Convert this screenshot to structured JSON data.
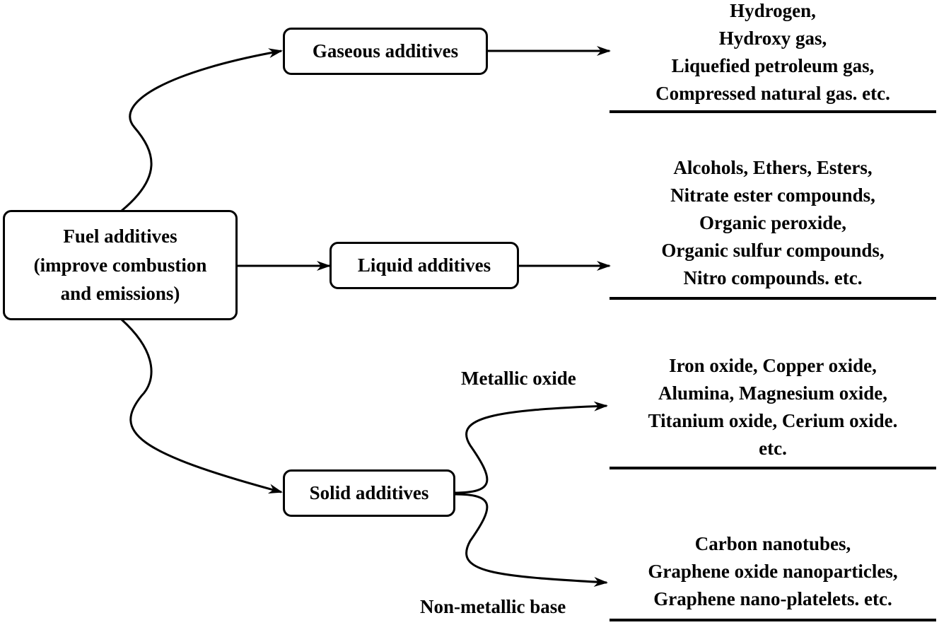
{
  "diagram": {
    "root": {
      "label_lines": [
        "Fuel additives",
        "(improve combustion",
        "and emissions)"
      ]
    },
    "categories": [
      {
        "id": "gaseous",
        "label": "Gaseous additives",
        "examples": [
          "Hydrogen,",
          "Hydroxy gas,",
          "Liquefied petroleum gas,",
          "Compressed natural gas. etc."
        ]
      },
      {
        "id": "liquid",
        "label": "Liquid additives",
        "examples": [
          "Alcohols, Ethers, Esters,",
          "Nitrate ester compounds,",
          "Organic peroxide,",
          "Organic sulfur compounds,",
          "Nitro compounds. etc."
        ]
      },
      {
        "id": "solid",
        "label": "Solid additives",
        "subtypes": [
          {
            "id": "metallic",
            "label": "Metallic oxide",
            "examples": [
              "Iron oxide, Copper oxide,",
              "Alumina, Magnesium oxide,",
              "Titanium oxide, Cerium oxide.",
              "etc."
            ]
          },
          {
            "id": "nonmetallic",
            "label": "Non-metallic base",
            "examples": [
              "Carbon nanotubes,",
              "Graphene oxide nanoparticles,",
              "Graphene nano-platelets. etc."
            ]
          }
        ]
      }
    ],
    "edges": [
      {
        "from": "root",
        "to": "gaseous"
      },
      {
        "from": "root",
        "to": "liquid"
      },
      {
        "from": "root",
        "to": "solid"
      },
      {
        "from": "gaseous",
        "to": "gaseous-examples"
      },
      {
        "from": "liquid",
        "to": "liquid-examples"
      },
      {
        "from": "solid",
        "to": "metallic-examples",
        "label": "Metallic oxide"
      },
      {
        "from": "solid",
        "to": "nonmetallic-examples",
        "label": "Non-metallic base"
      }
    ]
  }
}
